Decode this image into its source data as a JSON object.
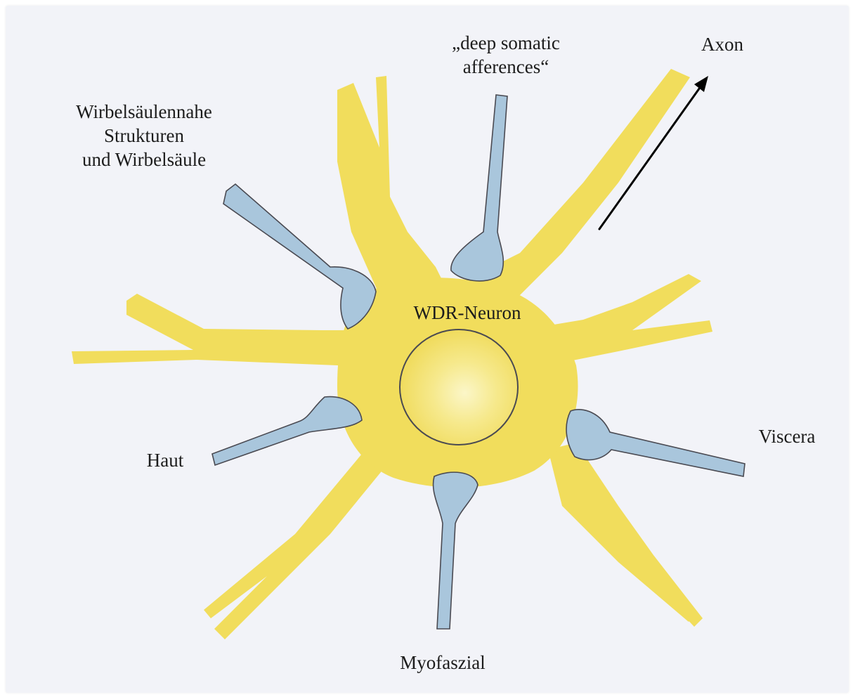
{
  "labels": {
    "spine_structures": "Wirbelsäulennahe\nStrukturen\nund Wirbelsäule",
    "deep_somatic": "„deep somatic\nafferences“",
    "axon": "Axon",
    "neuron": "WDR-Neuron",
    "skin": "Haut",
    "viscera": "Viscera",
    "myofascial": "Myofaszial"
  },
  "colors": {
    "paper": "#f2f3f8",
    "neuron_fill": "#f1dd5c",
    "neuron_light": "#faf3b8",
    "afferent_fill": "#a9c6dc",
    "outline": "#4a4a52",
    "arrow": "#000000",
    "text": "#1c1c1c"
  }
}
